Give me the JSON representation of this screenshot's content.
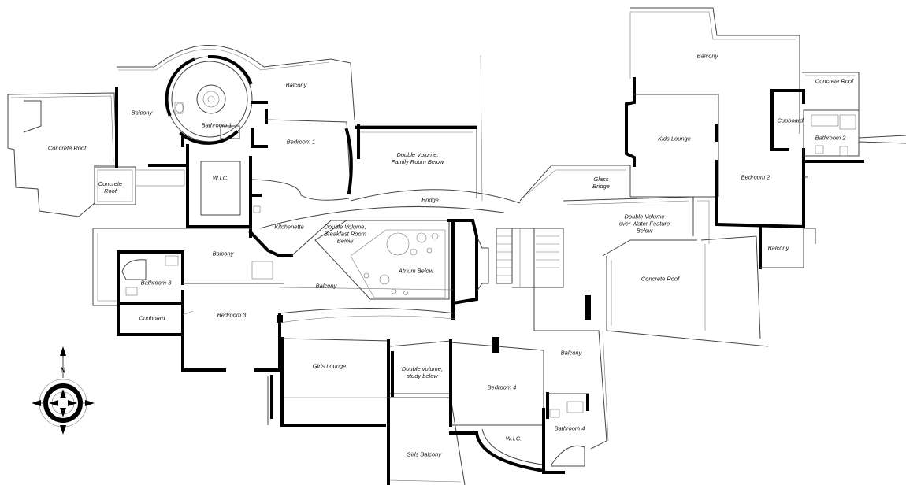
{
  "rooms": {
    "concrete_roof_left": "Concrete Roof",
    "concrete_roof_small": "Concrete\nRoof",
    "balcony_west": "Balcony",
    "balcony_top_center": "Balcony",
    "bathroom_1": "Bathroom 1",
    "bedroom_1": "Bedroom 1",
    "wic_1": "W.I.C.",
    "double_volume_family": "Double Volume,\nFamily Room Below",
    "bridge": "Bridge",
    "kitchenette": "Kitchenette",
    "double_volume_breakfast": "Double Volume,\nBreakfast Room\nBelow",
    "atrium_below": "Atrium Below",
    "balcony_mid_left": "Balcony",
    "bathroom_3": "Bathroom 3",
    "cupboard_3": "Cupboard",
    "bedroom_3": "Bedroom 3",
    "balcony_center": "Balcony",
    "girls_lounge": "Girls Lounge",
    "double_volume_study": "Double volume,\nstudy below",
    "girls_balcony": "Girls Balcony",
    "bedroom_4": "Bedroom 4",
    "wic_4": "W.I.C.",
    "bathroom_4": "Bathroom 4",
    "balcony_bottom_right": "Balcony",
    "glass_bridge": "Glass\nBridge",
    "double_volume_water": "Double Volume\nover Water Feature\nBelow",
    "concrete_roof_center": "Concrete Roof",
    "kids_lounge": "Kids Lounge",
    "balcony_top_right": "Balcony",
    "concrete_roof_right": "Concrete Roof",
    "cupboard_2": "Cupboard",
    "bathroom_2": "Bathroom 2",
    "bedroom_2": "Bedroom 2",
    "balcony_right_small": "Balcony"
  },
  "compass": {
    "north_label": "N"
  }
}
